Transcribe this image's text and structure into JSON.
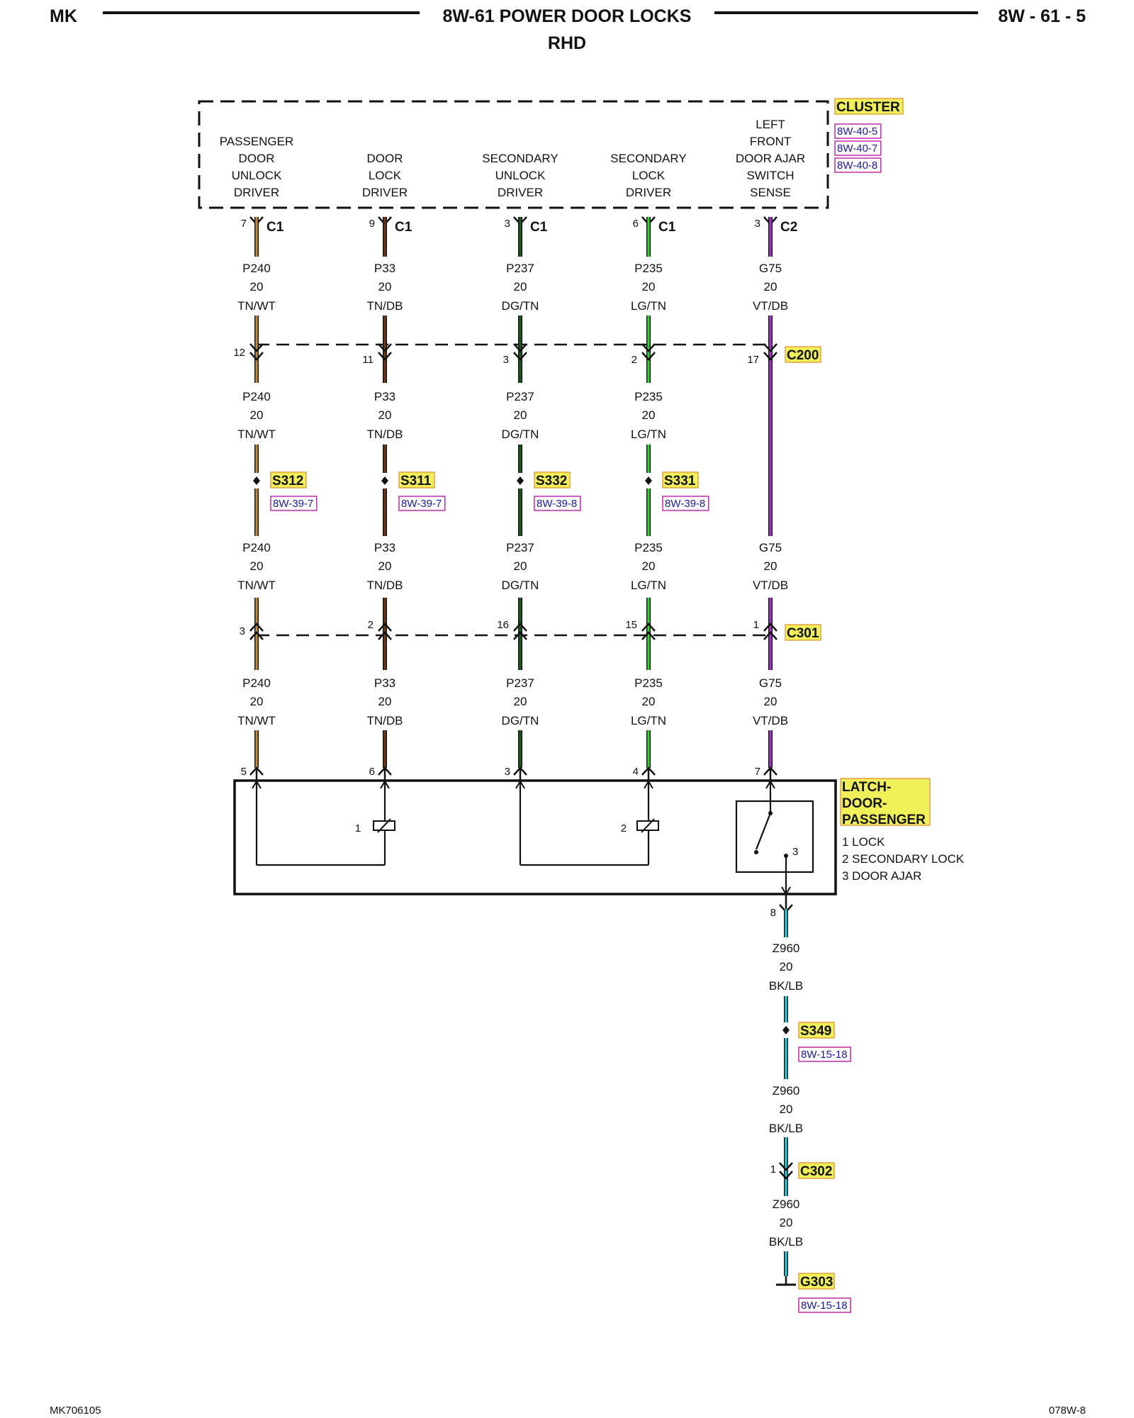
{
  "header": {
    "left": "MK",
    "title": "8W-61 POWER DOOR LOCKS",
    "subtitle": "RHD",
    "right": "8W - 61 - 5"
  },
  "footer": {
    "left": "MK706105",
    "right": "078W-8"
  },
  "colors": {
    "TN/WT": "#c48a3a",
    "TN/DB": "#6b3a14",
    "DG/TN": "#1f5a1f",
    "LG/TN": "#33d633",
    "VT/DB": "#a53cc8",
    "BK/LB": "#1fcfdc",
    "highlight": "#f0f05a"
  },
  "cluster": {
    "name": "CLUSTER",
    "refs": [
      "8W-40-5",
      "8W-40-7",
      "8W-40-8"
    ],
    "circuits": [
      {
        "label": [
          "PASSENGER",
          "DOOR",
          "UNLOCK",
          "DRIVER"
        ]
      },
      {
        "label": [
          "DOOR",
          "LOCK",
          "DRIVER"
        ]
      },
      {
        "label": [
          "SECONDARY",
          "UNLOCK",
          "DRIVER"
        ]
      },
      {
        "label": [
          "SECONDARY",
          "LOCK",
          "DRIVER"
        ]
      },
      {
        "label": [
          "LEFT",
          "FRONT",
          "DOOR AJAR",
          "SWITCH",
          "SENSE"
        ]
      }
    ]
  },
  "wires": [
    {
      "circuit": "P240",
      "gauge": "20",
      "color": "TN/WT",
      "top_pin": "7",
      "top_conn": "C1",
      "c200_pin": "12",
      "splice": "S312",
      "splice_ref": "8W-39-7",
      "c301_pin": "3",
      "latch_pin": "5"
    },
    {
      "circuit": "P33",
      "gauge": "20",
      "color": "TN/DB",
      "top_pin": "9",
      "top_conn": "C1",
      "c200_pin": "11",
      "splice": "S311",
      "splice_ref": "8W-39-7",
      "c301_pin": "2",
      "latch_pin": "6"
    },
    {
      "circuit": "P237",
      "gauge": "20",
      "color": "DG/TN",
      "top_pin": "3",
      "top_conn": "C1",
      "c200_pin": "3",
      "splice": "S332",
      "splice_ref": "8W-39-8",
      "c301_pin": "16",
      "latch_pin": "3"
    },
    {
      "circuit": "P235",
      "gauge": "20",
      "color": "LG/TN",
      "top_pin": "6",
      "top_conn": "C1",
      "c200_pin": "2",
      "splice": "S331",
      "splice_ref": "8W-39-8",
      "c301_pin": "15",
      "latch_pin": "4"
    },
    {
      "circuit": "G75",
      "gauge": "20",
      "color": "VT/DB",
      "top_pin": "3",
      "top_conn": "C2",
      "c200_pin": "17",
      "c301_pin": "1",
      "latch_pin": "7"
    }
  ],
  "connectors": {
    "c200": "C200",
    "c301": "C301"
  },
  "latch": {
    "name": "LATCH-\nDOOR-\nPASSENGER",
    "name_lines": [
      "LATCH-",
      "DOOR-",
      "PASSENGER"
    ],
    "legend": [
      "1 LOCK",
      "2 SECONDARY LOCK",
      "3 DOOR AJAR"
    ],
    "coil1_label": "1",
    "coil2_label": "2",
    "switch_label": "3",
    "ground_pin": "8"
  },
  "ground_path": {
    "circuit": "Z960",
    "gauge": "20",
    "color": "BK/LB",
    "splice": "S349",
    "splice_ref": "8W-15-18",
    "conn": "C302",
    "conn_pin": "1",
    "ground": "G303",
    "ground_ref": "8W-15-18"
  }
}
